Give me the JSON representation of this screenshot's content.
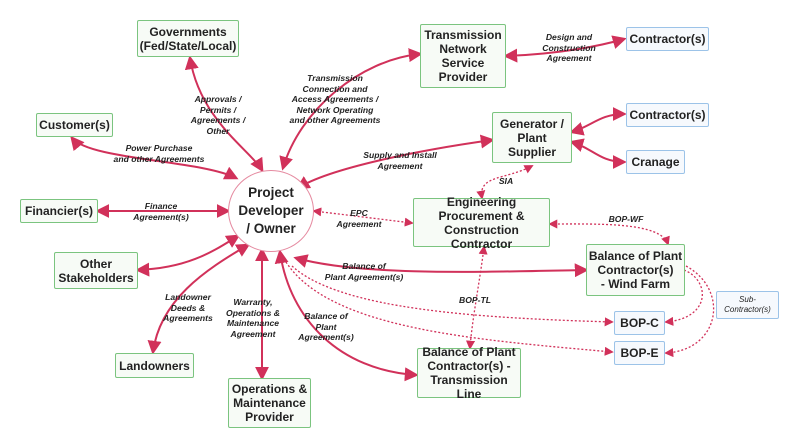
{
  "nodes": {
    "governments": "Governments\n(Fed/State/Local)",
    "tnsp": "Transmission\nNetwork\nService\nProvider",
    "contractor_top": "Contractor(s)",
    "customers": "Customer(s)",
    "generator": "Generator /\nPlant\nSupplier",
    "contractor_gen": "Contractor(s)",
    "cranage": "Cranage",
    "project": "Project\nDeveloper\n/ Owner",
    "financiers": "Financier(s)",
    "epc": "Engineering\nProcurement &\nConstruction Contractor",
    "other_stakeholders": "Other\nStakeholders",
    "bop_wind": "Balance of Plant\nContractor(s)\n- Wind Farm",
    "sub_contractors": "Sub-\nContractor(s)",
    "bop_c": "BOP-C",
    "bop_e": "BOP-E",
    "landowners": "Landowners",
    "bop_tl": "Balance of Plant\nContractor(s) -\nTransmission Line",
    "om_provider": "Operations &\nMaintenance\nProvider"
  },
  "labels": {
    "approvals": "Approvals /\nPermits /\nAgreements /\nOther",
    "transmission_agreements": "Transmission\nConnection and\nAccess Agreements /\nNetwork Operating\nand other Agreements",
    "design_construction": "Design and\nConstruction\nAgreement",
    "power_purchase": "Power Purchase\nand other Agreements",
    "supply_install": "Supply and Install\nAgreement",
    "sia": "SIA",
    "finance": "Finance\nAgreement(s)",
    "epc_agreement": "EPC\nAgreement",
    "bop_wf": "BOP-WF",
    "bop_agreement": "Balance of\nPlant Agreement(s)",
    "bop_tl": "BOP-TL",
    "landowner_deeds": "Landowner\nDeeds &\nAgreements",
    "warranty": "Warranty,\nOperations &\nMaintenance\nAgreement",
    "bop_agreement2": "Balance of\nPlant\nAgreement(s)"
  },
  "colors": {
    "link": "#d1315a",
    "green_border": "#7bc47f",
    "blue_border": "#9cc3e8",
    "center_border": "#e58aa0"
  }
}
